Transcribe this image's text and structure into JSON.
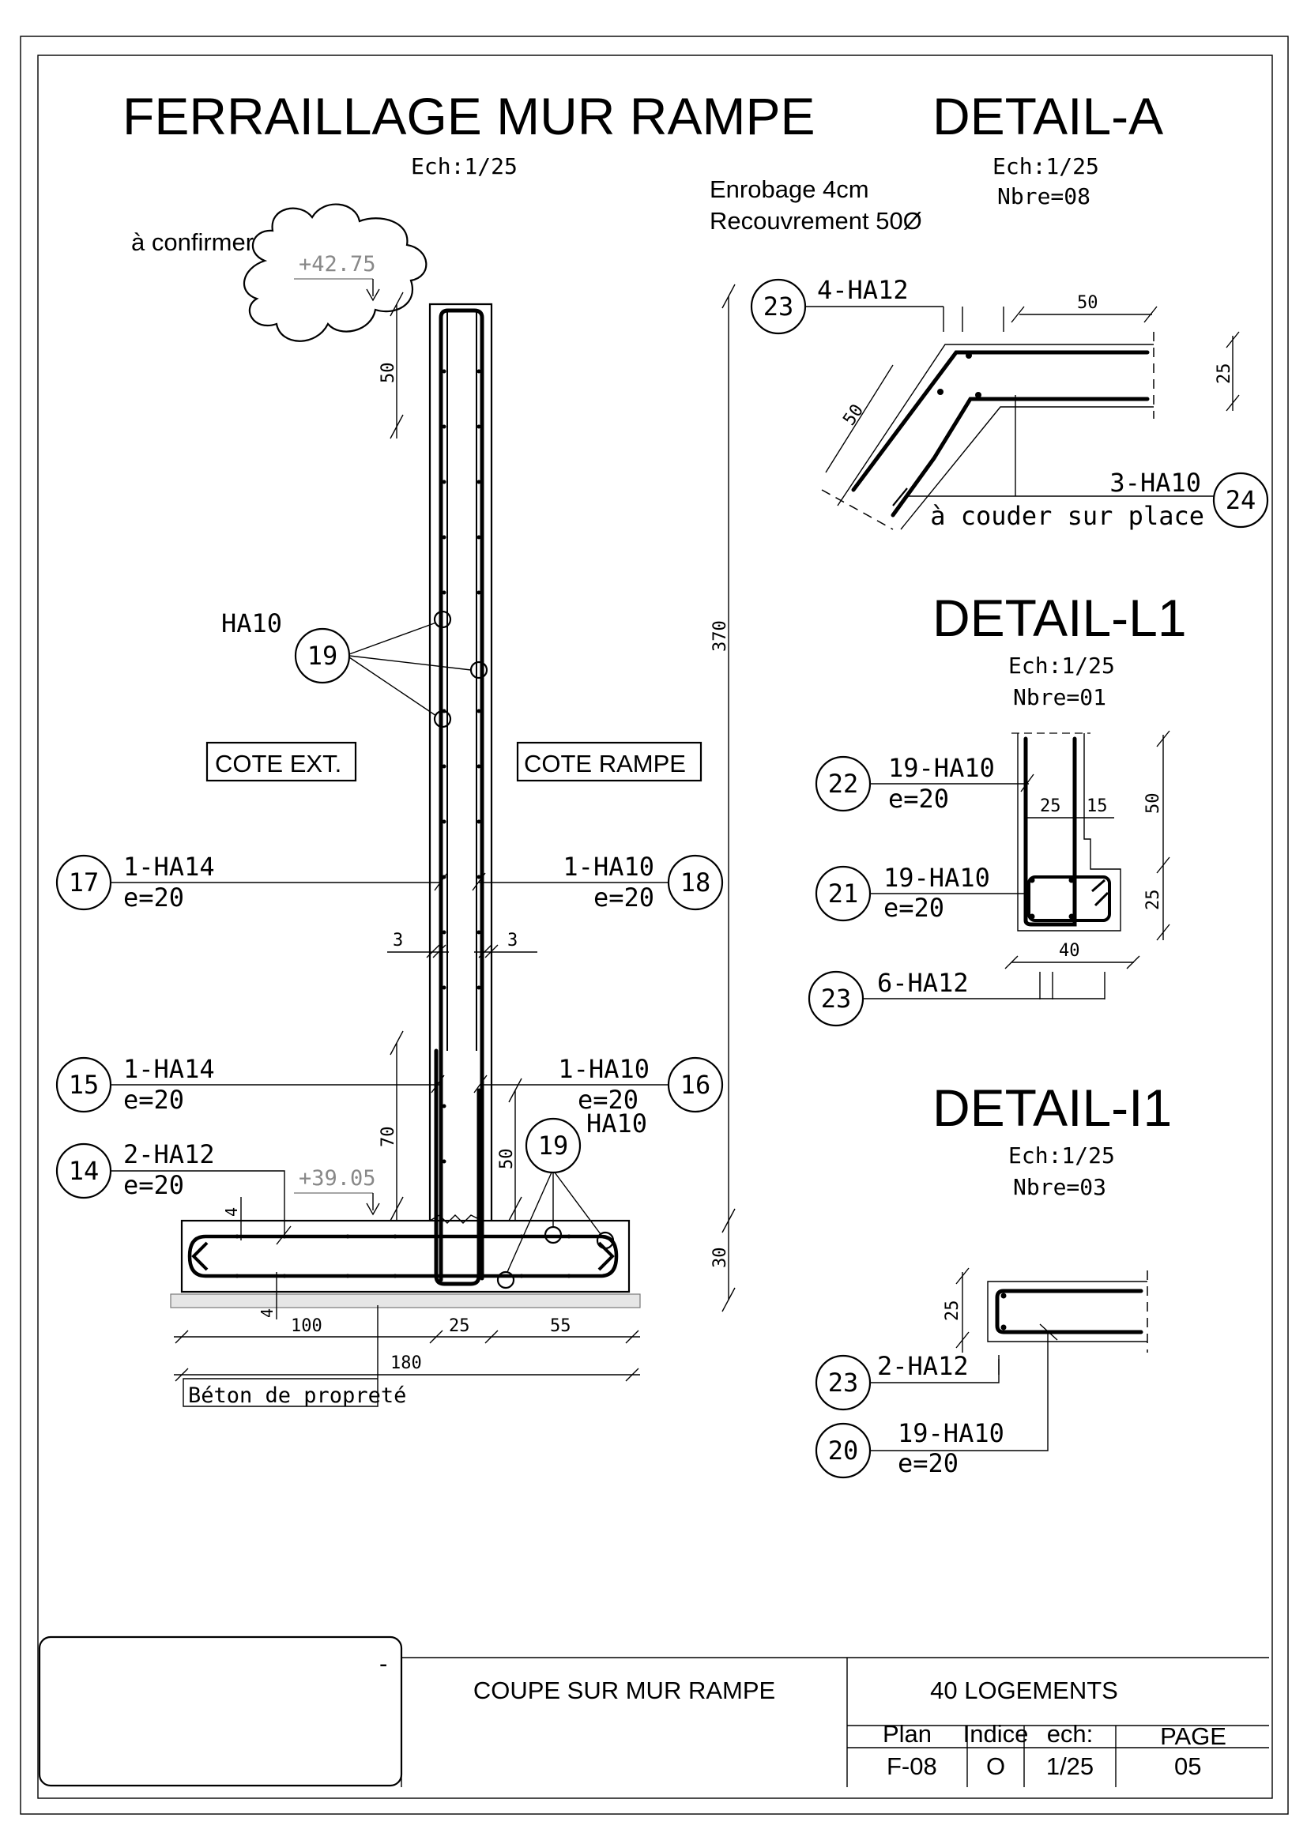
{
  "main_title": "FERRAILLAGE MUR RAMPE",
  "main_scale": "Ech:1/25",
  "note_cloud": "à confirmer",
  "level_top": "+42.75",
  "level_bottom": "+39.05",
  "notes": {
    "enrobage": "Enrobage 4cm",
    "recouvrement": "Recouvrement 50Ø"
  },
  "side_labels": {
    "ext": "COTE EXT.",
    "rampe": "COTE RAMPE"
  },
  "wall_callouts": [
    {
      "num": "19",
      "bar": "HA10"
    },
    {
      "num": "17",
      "bar": "1-HA14",
      "spacing": "e=20"
    },
    {
      "num": "18",
      "bar": "1-HA10",
      "spacing": "e=20"
    },
    {
      "num": "15",
      "bar": "1-HA14",
      "spacing": "e=20"
    },
    {
      "num": "16",
      "bar": "1-HA10",
      "spacing": "e=20"
    },
    {
      "num": "14",
      "bar": "2-HA12",
      "spacing": "e=20"
    },
    {
      "num": "19",
      "bar": "HA10"
    }
  ],
  "wall_dims": {
    "top_lap": "50",
    "total_height": "370",
    "footing_height": "30",
    "cover_left": "3",
    "cover_right": "3",
    "lap_70": "70",
    "lap_50": "50",
    "footing_cover_top": "4",
    "footing_cover_bottom": "4",
    "w_left": "100",
    "w_wall": "25",
    "w_right": "55",
    "w_total": "180"
  },
  "beton_label": "Béton  de  propreté",
  "detail_a": {
    "title": "DETAIL-A",
    "scale": "Ech:1/25",
    "count": "Nbre=08",
    "callout_23": {
      "num": "23",
      "bar": "4-HA12"
    },
    "callout_24": {
      "num": "24",
      "bar": "3-HA10",
      "note": "à couder sur place"
    },
    "dims": {
      "horiz": "50",
      "diag": "50",
      "vert": "25"
    }
  },
  "detail_l1": {
    "title": "DETAIL-L1",
    "scale": "Ech:1/25",
    "count": "Nbre=01",
    "callout_22": {
      "num": "22",
      "bar": "19-HA10",
      "spacing": "e=20"
    },
    "callout_21": {
      "num": "21",
      "bar": "19-HA10",
      "spacing": "e=20"
    },
    "callout_23": {
      "num": "23",
      "bar": "6-HA12"
    },
    "dims": {
      "a": "25",
      "b": "15",
      "width": "40",
      "h1": "50",
      "h2": "25"
    }
  },
  "detail_i1": {
    "title": "DETAIL-I1",
    "scale": "Ech:1/25",
    "count": "Nbre=03",
    "callout_23": {
      "num": "23",
      "bar": "2-HA12"
    },
    "callout_20": {
      "num": "20",
      "bar": "19-HA10",
      "spacing": "e=20"
    },
    "dims": {
      "h": "25"
    }
  },
  "title_block": {
    "dash": "-",
    "drawing_title": "COUPE SUR  MUR RAMPE",
    "project": "40 LOGEMENTS",
    "col_plan": "Plan",
    "col_indice": "Indice",
    "col_ech": "ech:",
    "col_page": "PAGE",
    "plan": "F-08",
    "indice": "O",
    "ech": "1/25",
    "page": "05"
  }
}
